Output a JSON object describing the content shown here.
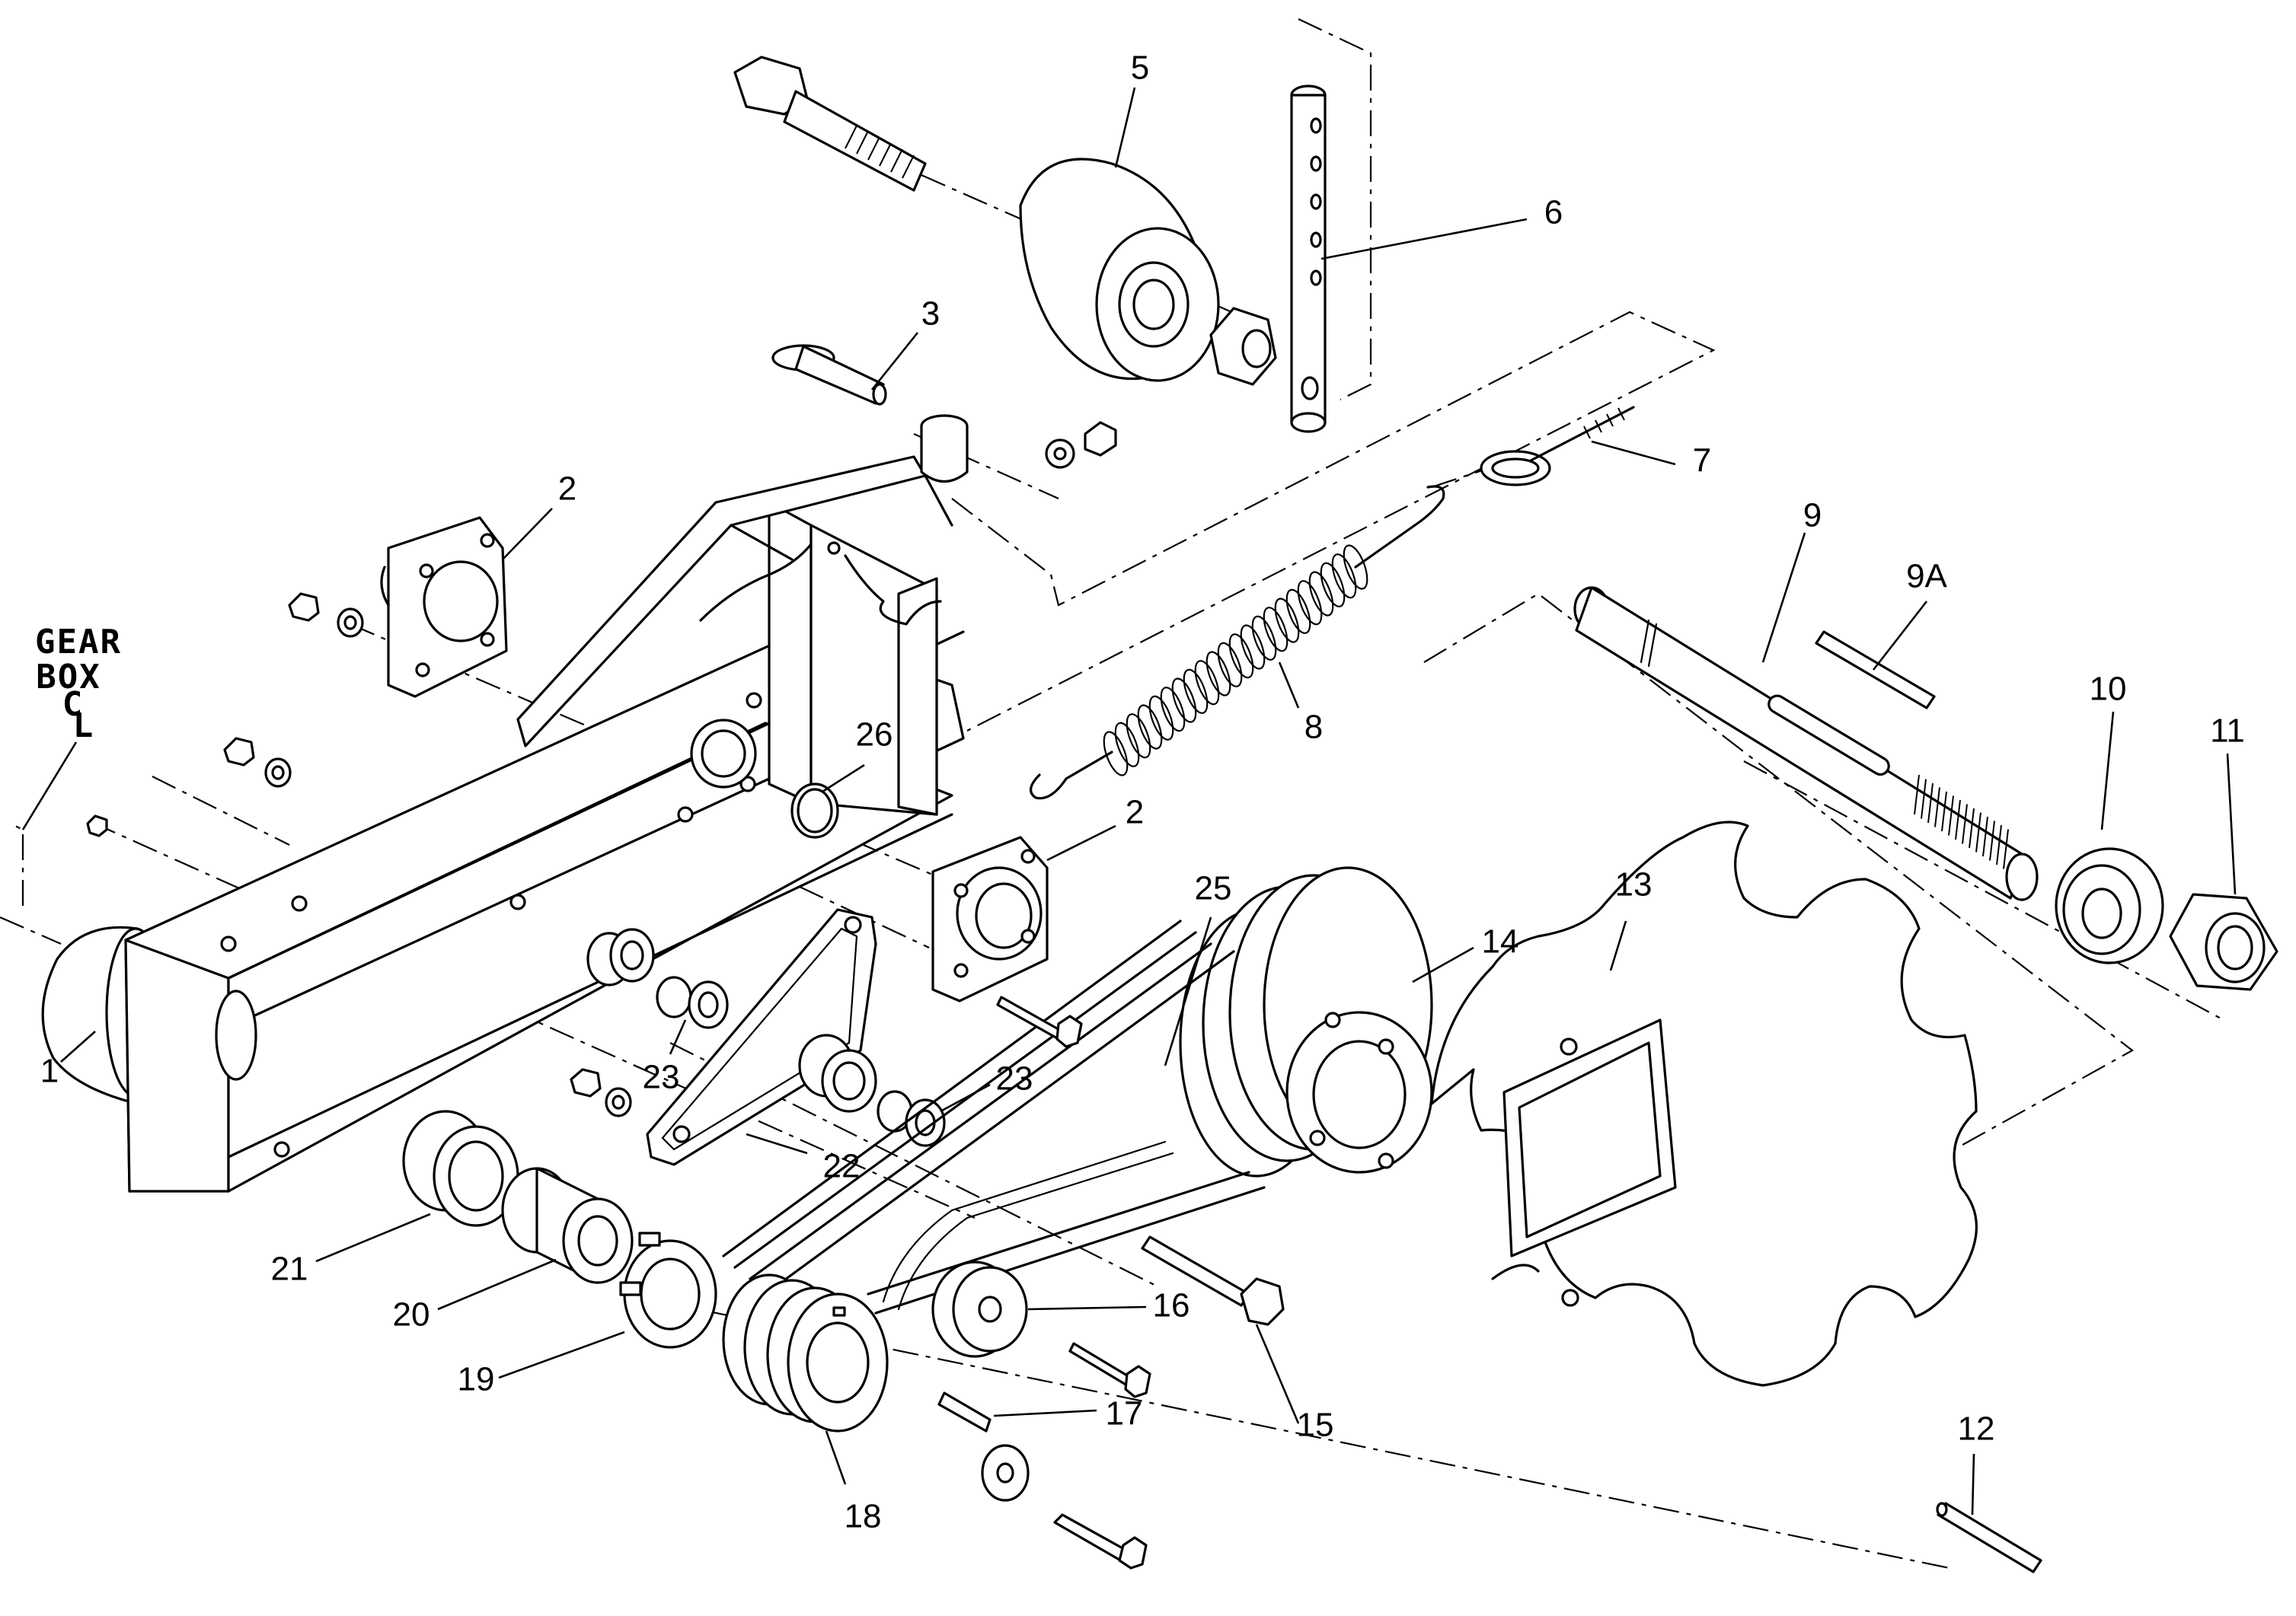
{
  "gearbox_label": {
    "line1": "GEAR",
    "line2": "BOX",
    "line3": "C",
    "line3_sub": "L"
  },
  "callouts": {
    "c1": "1",
    "c2a": "2",
    "c2b": "2",
    "c3": "3",
    "c5": "5",
    "c6": "6",
    "c7": "7",
    "c8": "8",
    "c9": "9",
    "c9a": "9A",
    "c10": "10",
    "c11": "11",
    "c12": "12",
    "c13": "13",
    "c14": "14",
    "c15": "15",
    "c16": "16",
    "c17": "17",
    "c18": "18",
    "c19": "19",
    "c20": "20",
    "c21": "21",
    "c22": "22",
    "c23a": "23",
    "c23b": "23",
    "c25": "25",
    "c26": "26"
  }
}
